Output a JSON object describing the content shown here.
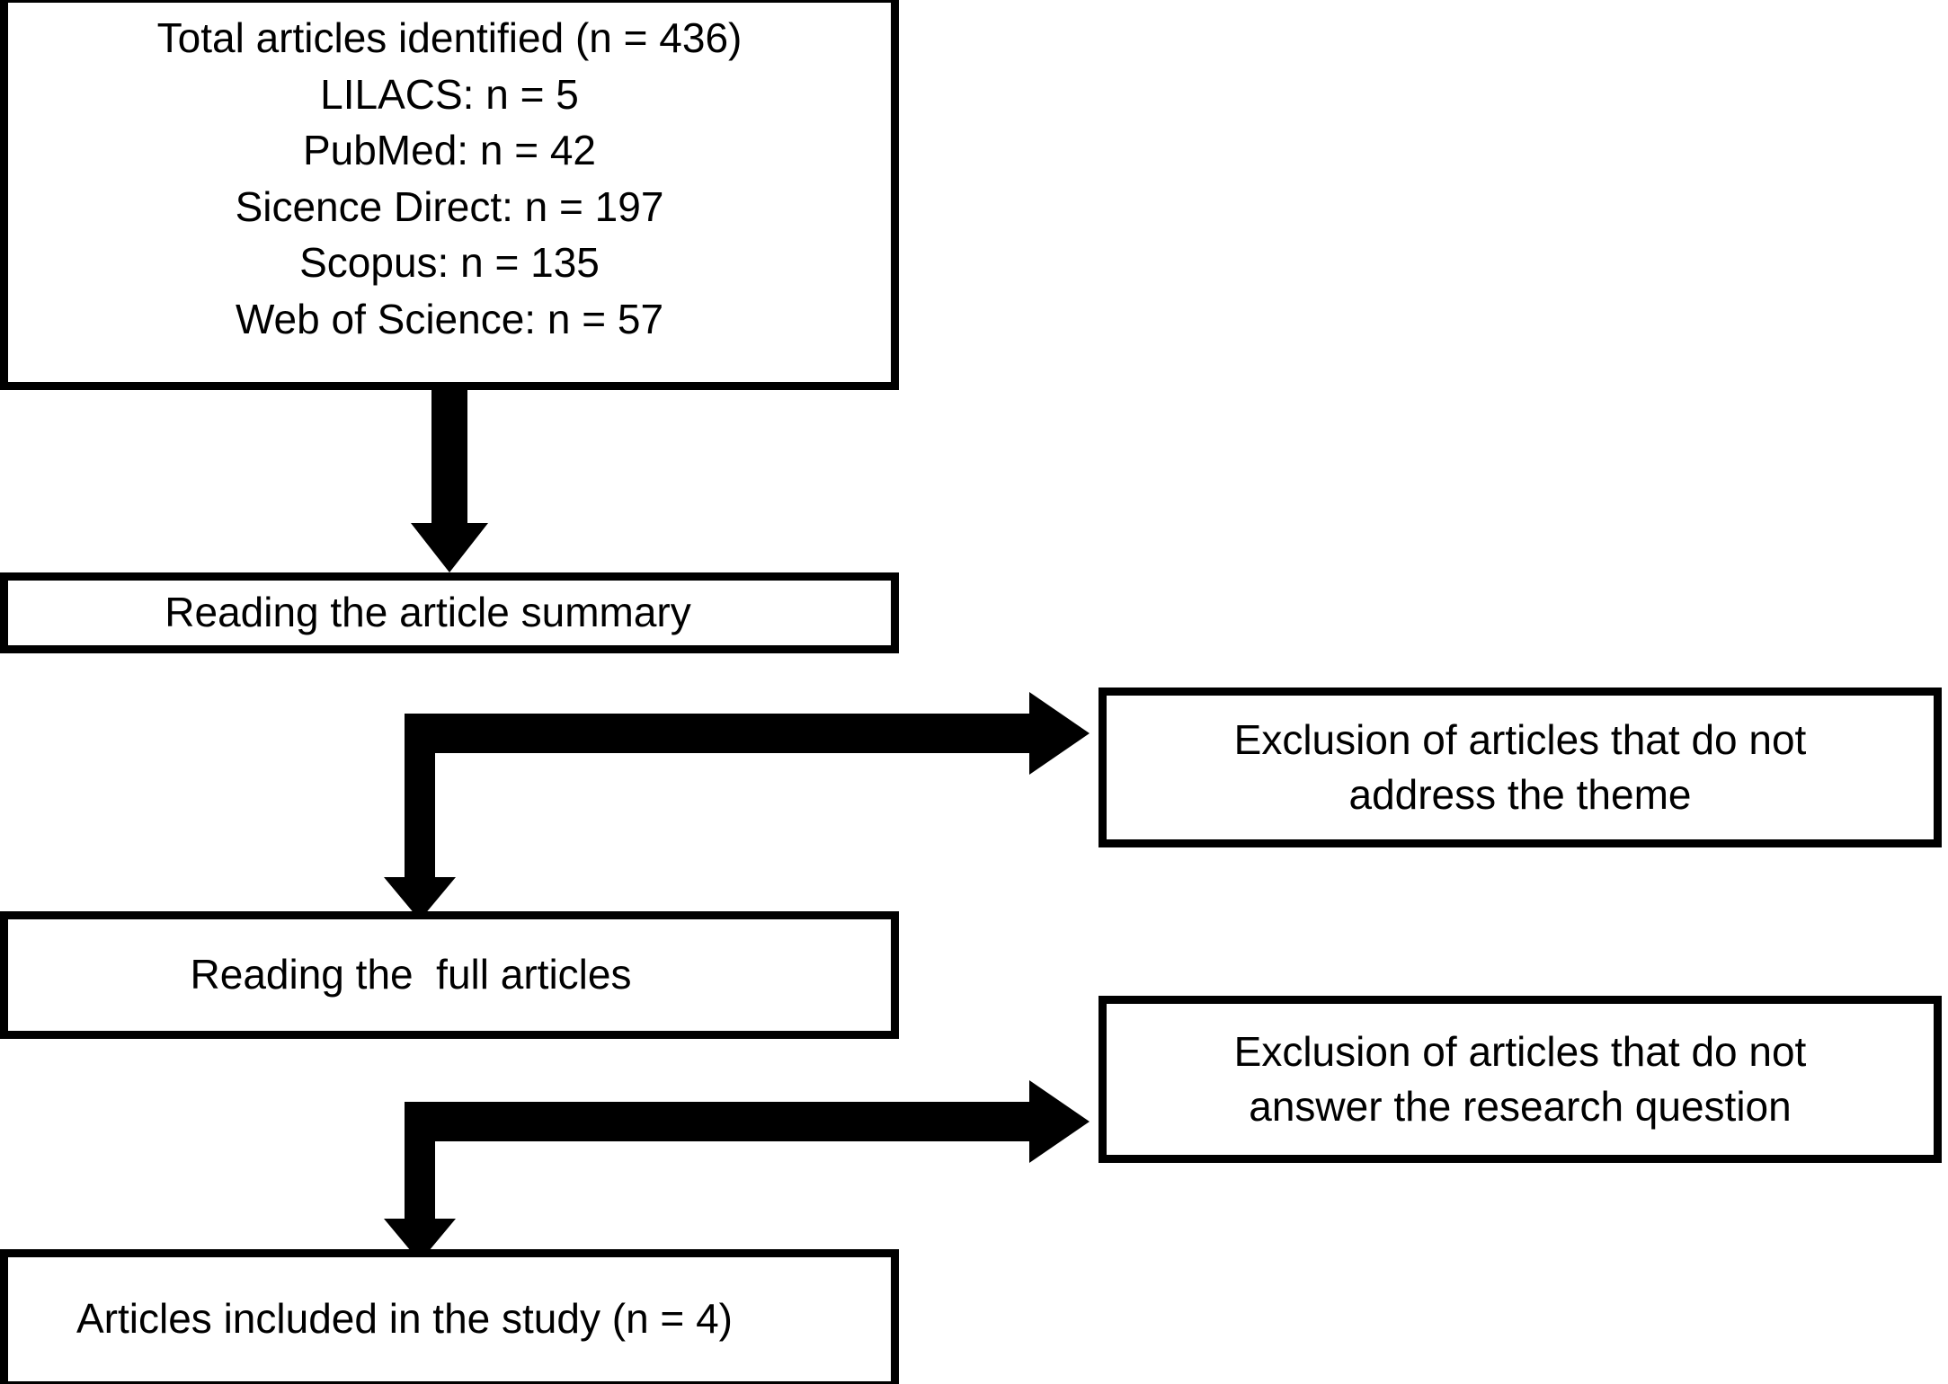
{
  "diagram": {
    "title": "PRISMA-style article selection flowchart",
    "colors": {
      "stroke": "#000000",
      "fill": "#ffffff",
      "text": "#000000"
    },
    "nodes": {
      "sources": {
        "text": "Total articles identified (n = 436)\nLILACS: n = 5\nPubMed: n = 42\nSicence Direct: n = 197\nScopus: n = 135\nWeb of Science: n = 57",
        "lines": [
          "Total articles identified (n = 436)",
          "LILACS: n = 5",
          "PubMed: n = 42",
          "Sicence Direct: n = 197",
          "Scopus: n = 135",
          "Web of Science: n = 57"
        ],
        "total_identified": 436,
        "databases": [
          {
            "name": "LILACS",
            "n": 5
          },
          {
            "name": "PubMed",
            "n": 42
          },
          {
            "name": "Sicence Direct",
            "n": 197
          },
          {
            "name": "Scopus",
            "n": 135
          },
          {
            "name": "Web of Science",
            "n": 57
          }
        ]
      },
      "read_summary": {
        "text": "Reading the article summary"
      },
      "read_full": {
        "text": "Reading the  full articles"
      },
      "included": {
        "text": "Articles included in the study (n = 4)",
        "n_included": 4
      },
      "exclusion_theme": {
        "text": "Exclusion of articles that do not\naddress the theme",
        "lines": [
          "Exclusion of articles that do not",
          "address the theme"
        ]
      },
      "exclusion_question": {
        "text": "Exclusion of articles that do not\nanswer the research question",
        "lines": [
          "Exclusion of articles that do not",
          "answer the research question"
        ]
      }
    },
    "edges": [
      {
        "name": "sources-to-read-summary",
        "from": "sources",
        "to": "read_summary",
        "style": "down-arrow"
      },
      {
        "name": "read-summary-branch",
        "from": "read_summary",
        "to": [
          "exclusion_theme",
          "read_full"
        ],
        "style": "tee-right-and-down"
      },
      {
        "name": "read-full-branch",
        "from": "read_full",
        "to": [
          "exclusion_question",
          "included"
        ],
        "style": "tee-right-and-down"
      }
    ]
  }
}
